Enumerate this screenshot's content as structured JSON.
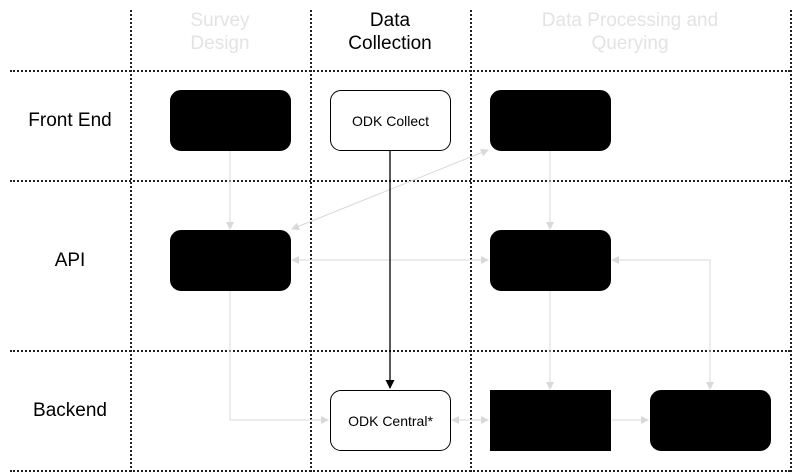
{
  "columns": {
    "survey_design": "Survey\nDesign",
    "data_collection": "Data\nCollection",
    "data_processing": "Data Processing and\nQuerying"
  },
  "rows": {
    "front_end": "Front End",
    "api": "API",
    "backend": "Backend"
  },
  "nodes": {
    "odk_collect": "ODK Collect",
    "odk_central": "ODK Central*"
  },
  "colors": {
    "faded_header": "#e3e3e3",
    "faded_edge": "#d9d9d9",
    "node_fill": "#000000",
    "strong_edge": "#000000"
  }
}
